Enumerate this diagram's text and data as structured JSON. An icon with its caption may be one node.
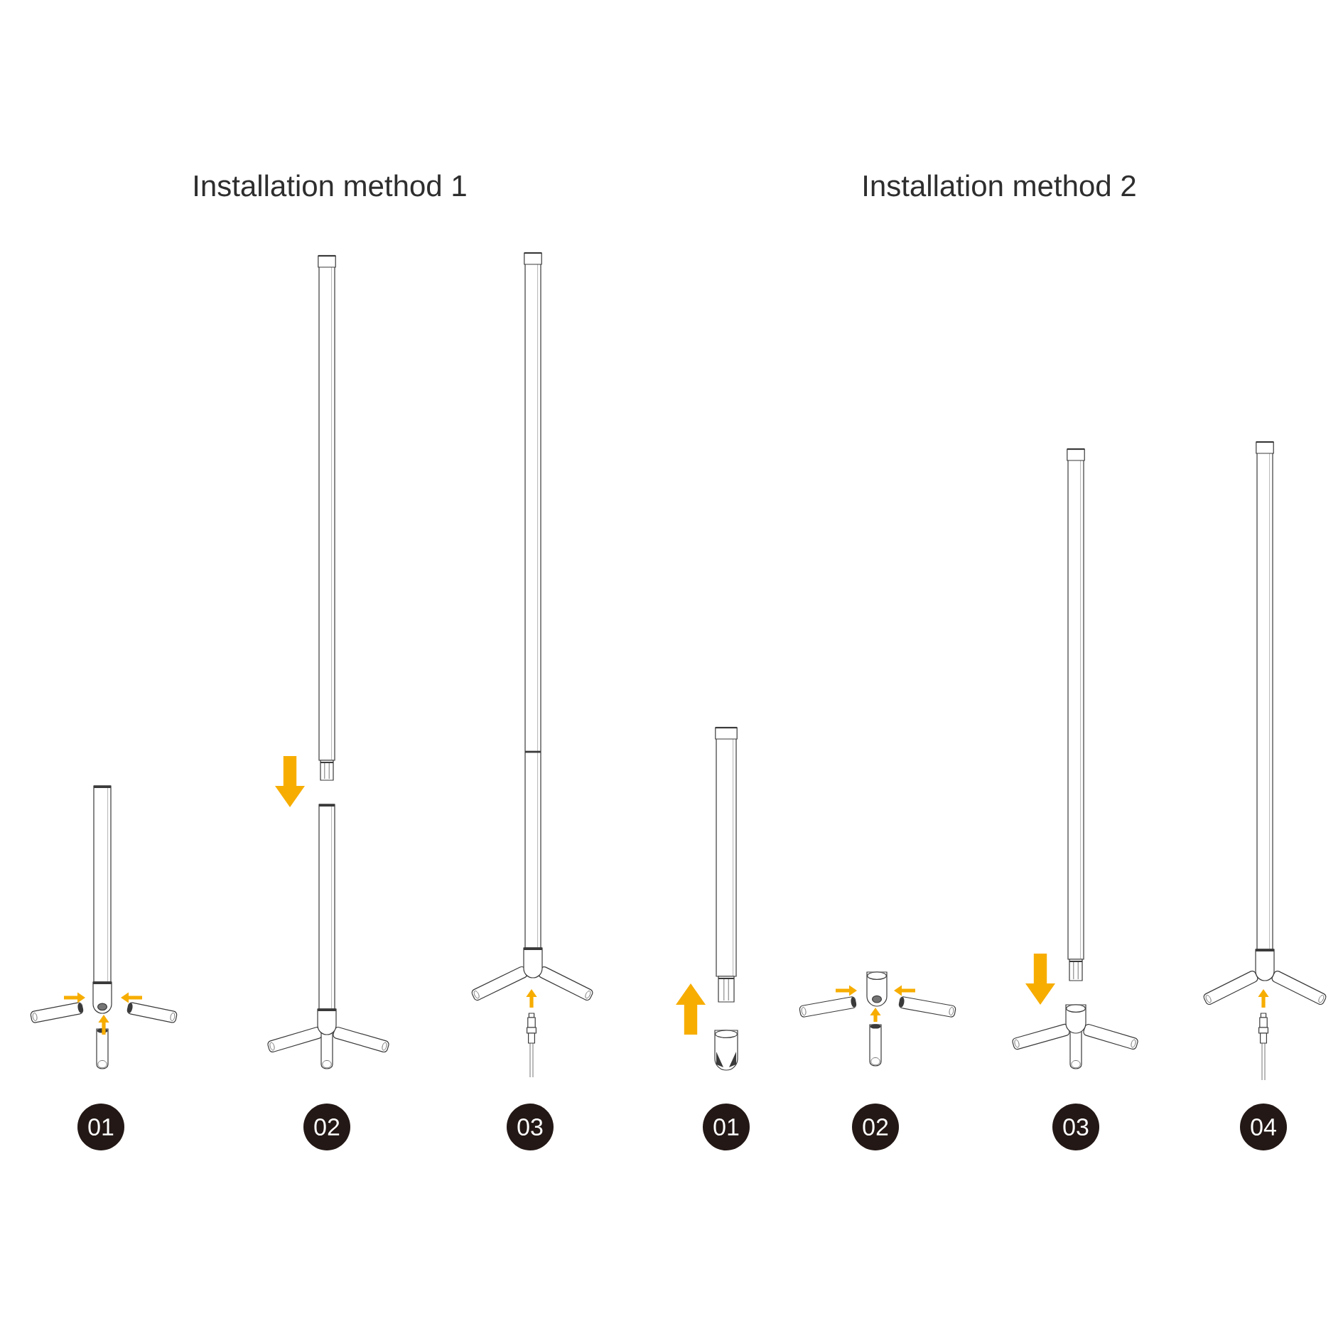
{
  "diagram": {
    "nodes": [
      {
        "text": [
          "01"
        ]
      },
      {
        "text": [
          "02"
        ]
      },
      {
        "text": [
          "03"
        ]
      },
      {
        "text": [
          "01"
        ]
      },
      {
        "text": [
          "02"
        ]
      },
      {
        "text": [
          "03"
        ]
      },
      {
        "text": [
          "04"
        ]
      }
    ],
    "labels": [
      "Installation method 1",
      "Installation method 2"
    ]
  }
}
